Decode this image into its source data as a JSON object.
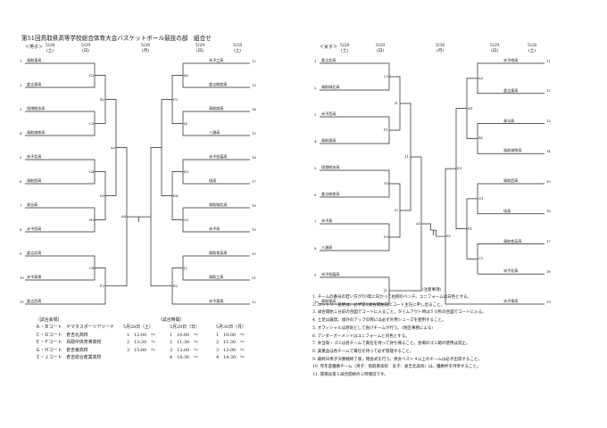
{
  "title": "第51回鳥取県高等学校総合体育大会バスケットボール競技の部　組合せ",
  "men": {
    "heading": "＜男子＞",
    "dates": [
      "5/28",
      "5/29",
      "5/30",
      "5/29",
      "5/28"
    ],
    "days": [
      "(土)",
      "(日)",
      "(月)",
      "(日)",
      "(土)"
    ],
    "left_teams": [
      {
        "num": "1",
        "name": "鳥取東高"
      },
      {
        "num": "2",
        "name": "倉吉東高"
      },
      {
        "num": "3",
        "name": "境港総技高"
      },
      {
        "num": "4",
        "name": "鳥取湖陵高"
      },
      {
        "num": "5",
        "name": "米子北高"
      },
      {
        "num": "6",
        "name": "鳥取西高"
      },
      {
        "num": "7",
        "name": "青谷高"
      },
      {
        "num": "8",
        "name": "米子西高"
      },
      {
        "num": "9",
        "name": "倉吉北高"
      },
      {
        "num": "10",
        "name": "米子高専"
      },
      {
        "num": "11",
        "name": "倉吉西高"
      }
    ],
    "right_teams": [
      {
        "num": "12",
        "name": "米子工高"
      },
      {
        "num": "13",
        "name": "倉吉総産高"
      },
      {
        "num": "14",
        "name": "鳥取商高"
      },
      {
        "num": "15",
        "name": "八頭高"
      },
      {
        "num": "16",
        "name": "米子松蔭高"
      },
      {
        "num": "17",
        "name": "境高"
      },
      {
        "num": "18",
        "name": "鳥取城北高"
      },
      {
        "num": "19",
        "name": "米子高"
      },
      {
        "num": "20",
        "name": "鳥取育英高"
      },
      {
        "num": "21",
        "name": "鳥取工高"
      },
      {
        "num": "22",
        "name": "米子東高"
      }
    ],
    "codes": [
      "G2",
      "C3",
      "G4",
      "H2",
      "C4",
      "B2",
      "D3",
      "F2",
      "A2",
      "A4",
      "B2",
      "I4",
      "E2",
      "G2",
      "J2",
      "F2",
      "E4",
      "E2"
    ]
  },
  "women": {
    "heading": "＜女子＞",
    "dates": [
      "5/28",
      "5/29",
      "5/30",
      "5/29",
      "5/28"
    ],
    "days": [
      "(土)",
      "(日)",
      "(月)",
      "(日)",
      "(土)"
    ],
    "left_teams": [
      {
        "num": "1",
        "name": "倉吉北高"
      },
      {
        "num": "2",
        "name": "鳥取城北高"
      },
      {
        "num": "3",
        "name": "米子西高"
      },
      {
        "num": "4",
        "name": "鳥取東高"
      },
      {
        "num": "5",
        "name": "境港総技高"
      },
      {
        "num": "6",
        "name": "倉吉総産高"
      },
      {
        "num": "7",
        "name": "米子高"
      },
      {
        "num": "8",
        "name": "八頭高"
      },
      {
        "num": "9",
        "name": "米子松蔭高"
      },
      {
        "num": "10",
        "name": "鳥取東高"
      }
    ],
    "right_teams": [
      {
        "num": "11",
        "name": "米子南高"
      },
      {
        "num": "12",
        "name": "倉吉東高"
      },
      {
        "num": "13",
        "name": "青谷高"
      },
      {
        "num": "14",
        "name": "鳥取湖陵高"
      },
      {
        "num": "15",
        "name": "鳥取西高"
      },
      {
        "num": "16",
        "name": "境高"
      },
      {
        "num": "17",
        "name": "鳥取育英高"
      },
      {
        "num": "18",
        "name": "米子北高"
      },
      {
        "num": "19",
        "name": "米子東高"
      }
    ],
    "codes": [
      "C1",
      "F1",
      "G3",
      "D1",
      "J1",
      "I1",
      "I3",
      "J1",
      "A1",
      "A3",
      "B1",
      "G1",
      "C1",
      "H1",
      "F1",
      "E3",
      "E1",
      "E1"
    ]
  },
  "venues": {
    "heading": "（試合会場）",
    "rows": [
      "Ａ・Ｂコート　ヤマタスポーツアリーナ",
      "Ｃ・Ｄコート　倉吉北高校",
      "Ｅ・Ｆコート　鳥取中央育英高校",
      "Ｇ・Ｈコート　倉吉東高校",
      "Ｉ・Ｊコート　倉吉総合産業高校"
    ]
  },
  "times": {
    "heading": "（試合時間）",
    "col_28": "5月28日（土）",
    "col_29": "5月29日（日）",
    "col_30": "5月30日（月）",
    "rows": [
      "1　12:00　〜",
      "2　13:30　〜",
      "3　15:00　〜",
      "",
      ""
    ],
    "rows_29": [
      "1　10:00　〜",
      "2　11:30　〜",
      "3　13:00　〜",
      "4　14:30　〜",
      ""
    ],
    "rows_30": [
      "1　10:00　〜",
      "2　11:30　〜",
      "3　13:00　〜",
      "4　14:30　〜",
      ""
    ]
  },
  "notes": {
    "heading": "（注意事項）",
    "items": [
      "1. チームの番号の若い方がTO席に向かって右側のベンチ。ユニフォームは白色とする。",
      "2. エントリー変更は，必ず第1試合開始前にコート主任に申し出ること。",
      "3. 試合開始１分前の合図でコートに入ること。タイムアウト時は５０秒の合図でコートに入る。",
      "4. 土足は厳禁。境外のアップの際には必ず外用シューズを使用すること。",
      "5. オフィシャルは原則として負けチームが行う。（地区事務による）",
      "6. アンダーガーメントはユニフォームと同色とする。",
      "7. 弁当殻・ゴミは各チームで責任を持って持ち帰ること。会場のゴミ箱の使用は禁止。",
      "8. 貴重品は各チームで責任を持って必ず管理すること。",
      "9. 最終日男子決勝戦終了後，閉会式を行う。男女ベスト４以上のチームは必ず出席すること。",
      "10. 昨年度優勝チーム（男子：鳥取東高校　女子：倉吉北高校）は，優勝杯を持参すること。",
      "11. 開場は第１試合開始の１時間前です。"
    ]
  }
}
